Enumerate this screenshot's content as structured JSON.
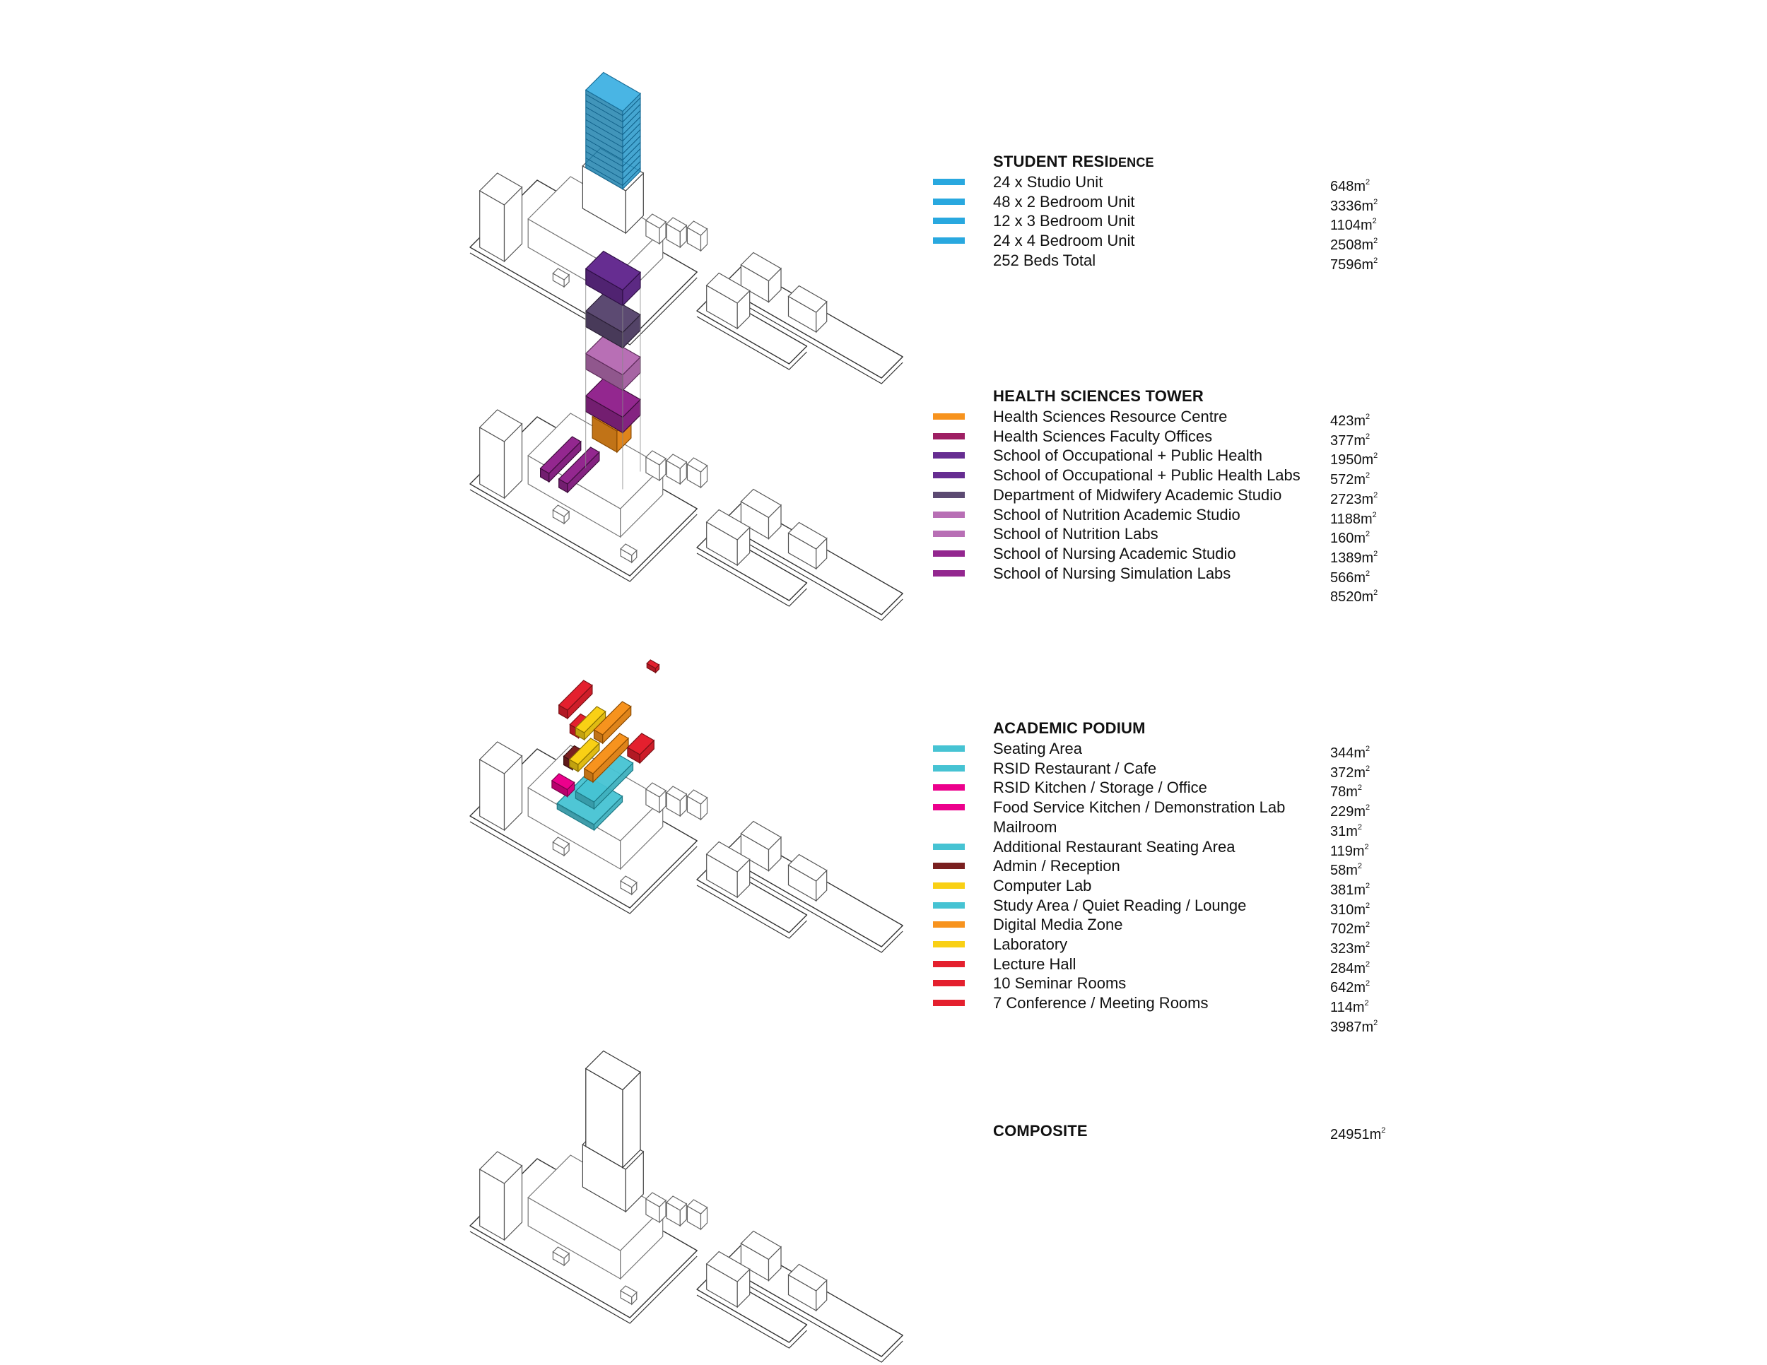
{
  "colors": {
    "residence_blue": "#29a8df",
    "orange": "#f7931e",
    "magenta_dark": "#9e1f63",
    "purple": "#662d91",
    "purple_gray": "#5c4a72",
    "lilac": "#b86fb5",
    "violet": "#93278f",
    "cyan": "#46c3d3",
    "hot_pink": "#ec008c",
    "maroon": "#7a2020",
    "yellow": "#f9d015",
    "red": "#e4202e"
  },
  "sections": [
    {
      "title_main": "STUDENT RESI",
      "title_small": "DENCE",
      "items": [
        {
          "label": "24 x Studio Unit",
          "area": "648m",
          "color": "#29a8df"
        },
        {
          "label": "48 x 2 Bedroom Unit",
          "area": "3336m",
          "color": "#29a8df"
        },
        {
          "label": "12 x 3 Bedroom Unit",
          "area": "1104m",
          "color": "#29a8df"
        },
        {
          "label": "24 x 4 Bedroom Unit",
          "area": "2508m",
          "color": "#29a8df"
        },
        {
          "label": "252 Beds Total",
          "area": "7596m",
          "color": ""
        }
      ]
    },
    {
      "title_main": "HEALTH SCIENCES TOWER",
      "title_small": "",
      "items": [
        {
          "label": "Health Sciences Resource Centre",
          "area": "423m",
          "color": "#f7931e"
        },
        {
          "label": "Health Sciences Faculty Offices",
          "area": "377m",
          "color": "#9e1f63"
        },
        {
          "label": "School of Occupational + Public Health",
          "area": "1950m",
          "color": "#662d91"
        },
        {
          "label": "School of Occupational + Public Health Labs",
          "area": "572m",
          "color": "#662d91"
        },
        {
          "label": "Department of Midwifery Academic Studio",
          "area": "2723m",
          "color": "#5c4a72"
        },
        {
          "label": "School of Nutrition Academic Studio",
          "area": "1188m",
          "color": "#b86fb5"
        },
        {
          "label": "School of Nutrition Labs",
          "area": "160m",
          "color": "#b86fb5"
        },
        {
          "label": "School of Nursing Academic Studio",
          "area": "1389m",
          "color": "#93278f"
        },
        {
          "label": "School of Nursing Simulation Labs",
          "area": "566m",
          "color": "#93278f"
        },
        {
          "label": "",
          "area": "8520m",
          "color": ""
        }
      ]
    },
    {
      "title_main": "ACADEMIC PODIUM",
      "title_small": "",
      "items": [
        {
          "label": "Seating Area",
          "area": "344m",
          "color": "#46c3d3"
        },
        {
          "label": "RSID Restaurant / Cafe",
          "area": "372m",
          "color": "#46c3d3"
        },
        {
          "label": "RSID Kitchen / Storage / Office",
          "area": "78m",
          "color": "#ec008c"
        },
        {
          "label": "Food Service Kitchen / Demonstration Lab",
          "area": "229m",
          "color": "#ec008c"
        },
        {
          "label": "Mailroom",
          "area": "31m",
          "color": ""
        },
        {
          "label": "Additional Restaurant Seating Area",
          "area": "119m",
          "color": "#46c3d3"
        },
        {
          "label": "Admin / Reception",
          "area": "58m",
          "color": "#7a2020"
        },
        {
          "label": "Computer Lab",
          "area": "381m",
          "color": "#f9d015"
        },
        {
          "label": "Study Area / Quiet Reading / Lounge",
          "area": "310m",
          "color": "#46c3d3"
        },
        {
          "label": "Digital Media Zone",
          "area": "702m",
          "color": "#f7931e"
        },
        {
          "label": "Laboratory",
          "area": "323m",
          "color": "#f9d015"
        },
        {
          "label": "Lecture Hall",
          "area": "284m",
          "color": "#e4202e"
        },
        {
          "label": "10 Seminar Rooms",
          "area": "642m",
          "color": "#e4202e"
        },
        {
          "label": "7 Conference / Meeting Rooms",
          "area": "114m",
          "color": "#e4202e"
        },
        {
          "label": "",
          "area": "3987m",
          "color": ""
        }
      ]
    },
    {
      "title_main": "COMPOSITE",
      "title_small": "",
      "items": [],
      "total": "24951m"
    }
  ],
  "superscript": "2"
}
